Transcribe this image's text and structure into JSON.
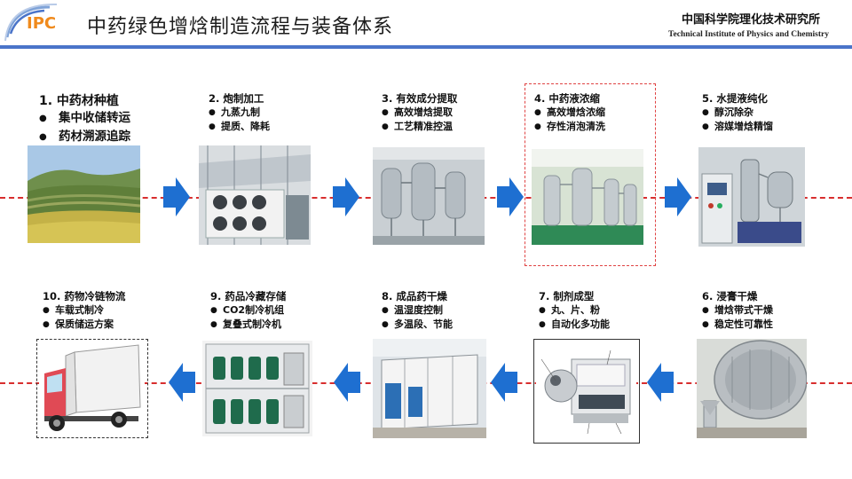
{
  "header": {
    "logo_text": "IPC",
    "title": "中药绿色增焓制造流程与装备体系",
    "institute_cn": "中国科学院理化技术研究所",
    "institute_en": "Technical Institute of Physics and Chemistry"
  },
  "colors": {
    "accent_blue": "#4a74c9",
    "arrow_blue": "#1e6fd1",
    "flow_red": "#d82e2e",
    "logo_orange": "#f08a1c"
  },
  "steps": [
    {
      "title": "1. 中药材种植",
      "bullets": [
        "集中收储转运",
        "药材溯源追踪"
      ],
      "photo": "terraced-field-photo"
    },
    {
      "title": "2. 炮制加工",
      "bullets": [
        "九蒸九制",
        "提质、降耗"
      ],
      "photo": "greenhouse-drying-photo"
    },
    {
      "title": "3. 有效成分提取",
      "bullets": [
        "高效增焓提取",
        "工艺精准控温"
      ],
      "photo": "extraction-tanks-photo"
    },
    {
      "title": "4. 中药液浓缩",
      "bullets": [
        "高效增焓浓缩",
        "存性消泡清洗"
      ],
      "photo": "concentrator-photo"
    },
    {
      "title": "5. 水提液纯化",
      "bullets": [
        "醇沉除杂",
        "溶媒增焓精馏"
      ],
      "photo": "distillation-photo"
    },
    {
      "title": "6. 浸膏干燥",
      "bullets": [
        "增焓带式干燥",
        "稳定性可靠性"
      ],
      "photo": "belt-dryer-photo"
    },
    {
      "title": "7. 制剂成型",
      "bullets": [
        "丸、片、粉",
        "自动化多功能"
      ],
      "photo": "tablet-machine-photo"
    },
    {
      "title": "8. 成品药干燥",
      "bullets": [
        "温湿度控制",
        "多温段、节能"
      ],
      "photo": "container-dryer-photo"
    },
    {
      "title": "9. 药品冷藏存储",
      "bullets": [
        "CO2制冷机组",
        "复叠式制冷机"
      ],
      "photo": "refrigeration-unit-photo"
    },
    {
      "title": "10. 药物冷链物流",
      "bullets": [
        "车载式制冷",
        "保质储运方案"
      ],
      "photo": "refrigerated-truck-photo"
    }
  ]
}
